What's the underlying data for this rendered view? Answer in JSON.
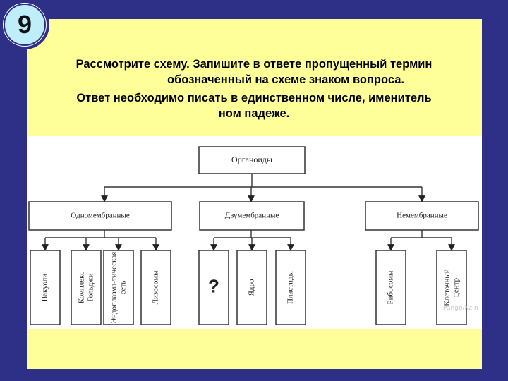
{
  "slide": {
    "number": "9",
    "task_line1": "Рассмотрите схему. Запишите в ответе пропущенный термин",
    "task_line2": "обозначенный на схеме знаком вопроса.",
    "task_line3": "Ответ необходимо писать в единственном числе, именитель",
    "task_line4": "ном падеже."
  },
  "diagram": {
    "root": "Органоиды",
    "groups": [
      {
        "label": "Одномембранные",
        "items": [
          "Вакуоли",
          "Комплекс Гольджи",
          "Эндоплазма-тическая сеть",
          "Лизосомы"
        ]
      },
      {
        "label": "Двумембранные",
        "items": [
          "?",
          "Ядро",
          "Пластиды"
        ]
      },
      {
        "label": "Немембранные",
        "items": [
          "Рибосомы",
          "Клеточный центр"
        ]
      }
    ],
    "watermark": "Pango/Kz.n"
  },
  "colors": {
    "background": "#2e2f86",
    "panel": "#ffff99",
    "badge_fill": "#bfeefb"
  }
}
